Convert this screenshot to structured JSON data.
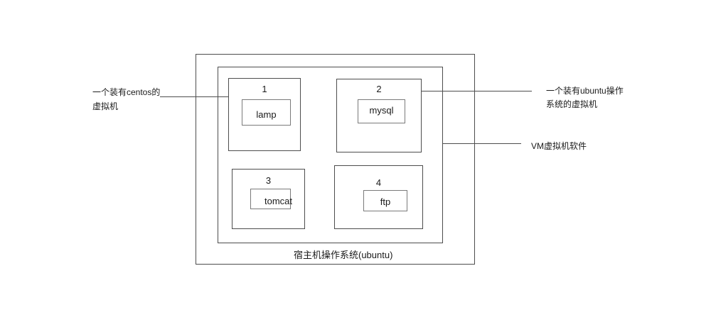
{
  "colors": {
    "line": "#4d4d4d",
    "appline": "#7a7a7a",
    "text": "#1a1a1a",
    "background": "#ffffff"
  },
  "vms": [
    {
      "number": "1",
      "app": "lamp"
    },
    {
      "number": "2",
      "app": "mysql"
    },
    {
      "number": "3",
      "app": "tomcat"
    },
    {
      "number": "4",
      "app": "ftp"
    }
  ],
  "annotations": {
    "centos": {
      "line1": "一个装有centos的",
      "line2": "虚拟机"
    },
    "ubuntu": {
      "line1": "一个装有ubuntu操作",
      "line2": "系统的虚拟机"
    },
    "vm_software": "VM虚拟机软件"
  },
  "host_label": "宿主机操作系统(ubuntu)"
}
